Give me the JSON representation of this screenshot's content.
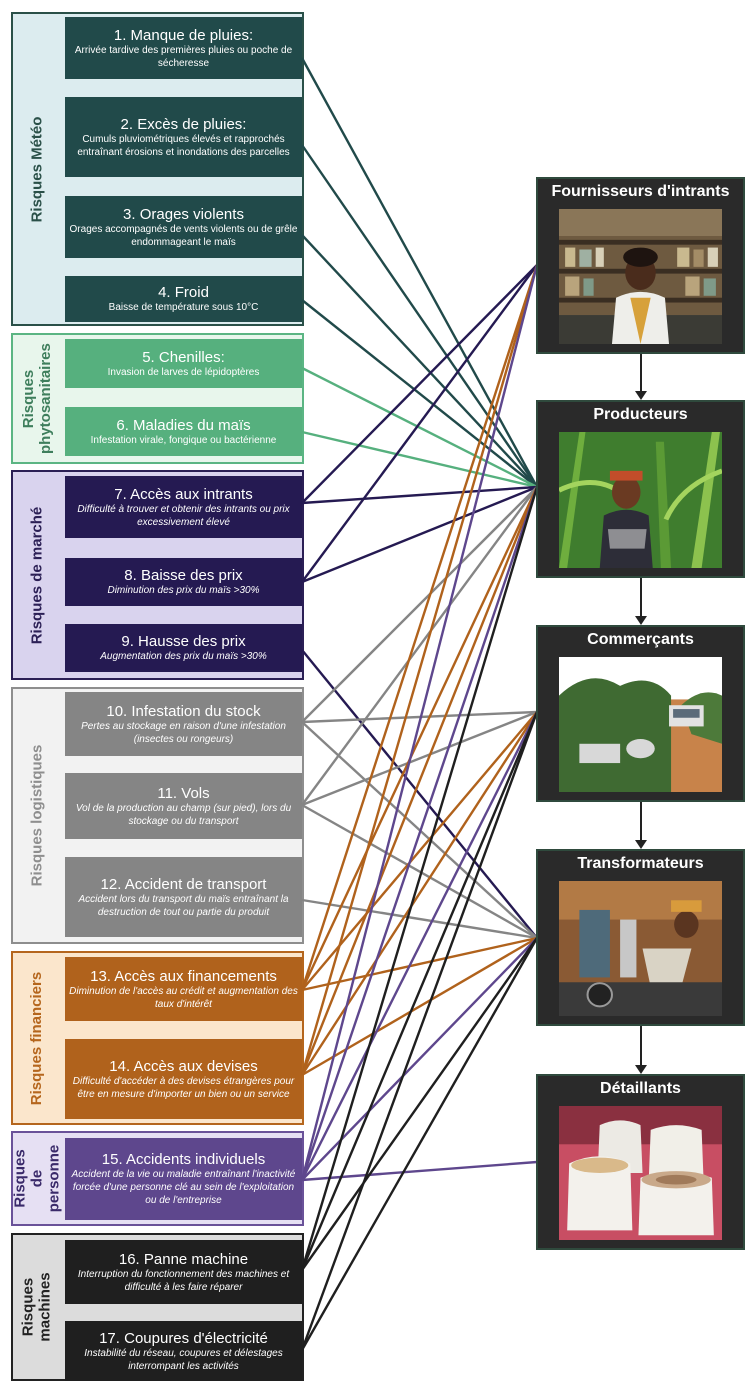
{
  "groups": [
    {
      "label": "Risques Météo",
      "border": "#2a5048",
      "bg": "#dcecef",
      "labelColor": "#2a5048"
    },
    {
      "label": "Risques phytosanitaires",
      "border": "#5bb583",
      "bg": "#e8f6ec",
      "labelColor": "#3e7e5c"
    },
    {
      "label": "Risques de marché",
      "border": "#2b1f55",
      "bg": "#d9d3ee",
      "labelColor": "#2b1f55"
    },
    {
      "label": "Risques logistiques",
      "border": "#8e8e8e",
      "bg": "#f2f2f2",
      "labelColor": "#8e8e8e"
    },
    {
      "label": "Risques financiers",
      "border": "#b5661d",
      "bg": "#fbe6cc",
      "labelColor": "#b5661d"
    },
    {
      "label": "Risques de personne",
      "border": "#6a5299",
      "bg": "#e6e0f3",
      "labelColor": "#3a2a6a"
    },
    {
      "label": "Risques machines",
      "border": "#222222",
      "bg": "#dcdcdc",
      "labelColor": "#222222"
    }
  ],
  "risks": [
    {
      "title": "1. Manque de pluies:",
      "desc": "Arrivée tardive des premières pluies ou poche de sécheresse",
      "color": "#214a4a"
    },
    {
      "title": "2. Excès de pluies:",
      "desc": "Cumuls pluviométriques élevés et rapprochés entraînant érosions et inondations des parcelles",
      "color": "#214a4a"
    },
    {
      "title": "3. Orages violents",
      "desc": "Orages accompagnés de vents violents ou de grêle endommageant le maïs",
      "color": "#214a4a"
    },
    {
      "title": "4. Froid",
      "desc": "Baisse de température sous 10°C",
      "color": "#214a4a"
    },
    {
      "title": "5. Chenilles:",
      "desc": "Invasion de larves de lépidoptères",
      "color": "#56b07e"
    },
    {
      "title": "6. Maladies du maïs",
      "desc": "Infestation virale, fongique ou bactérienne",
      "color": "#56b07e"
    },
    {
      "title": "7. Accès aux intrants",
      "desc": "Difficulté à trouver et obtenir des intrants ou prix excessivement élevé",
      "color": "#251a52"
    },
    {
      "title": "8. Baisse des prix",
      "desc": "Diminution des prix du maïs >30%",
      "color": "#251a52"
    },
    {
      "title": "9. Hausse des prix",
      "desc": "Augmentation des prix du maïs >30%",
      "color": "#251a52"
    },
    {
      "title": "10. Infestation du stock",
      "desc": "Pertes au stockage en raison d'une infestation (insectes ou rongeurs)",
      "color": "#858585"
    },
    {
      "title": "11. Vols",
      "desc": "Vol de la production au champ (sur pied), lors du stockage ou du transport",
      "color": "#858585"
    },
    {
      "title": "12. Accident de transport",
      "desc": "Accident lors du transport du maïs entraînant la destruction de tout ou partie du produit",
      "color": "#858585"
    },
    {
      "title": "13. Accès aux financements",
      "desc": "Diminution de l'accès au crédit et augmentation des taux d'intérêt",
      "color": "#b0621c"
    },
    {
      "title": "14. Accès aux devises",
      "desc": "Difficulté d'accéder à des devises étrangères pour être en mesure d'importer un bien ou un service",
      "color": "#b0621c"
    },
    {
      "title": "15. Accidents individuels",
      "desc": "Accident de la vie ou maladie entraînant l'inactivité forcée d'une personne clé au sein de l'exploitation ou de l'entreprise",
      "color": "#5e478d"
    },
    {
      "title": "16. Panne machine",
      "desc": "Interruption du fonctionnement des machines et difficulté à les faire réparer",
      "color": "#1f1f1f"
    },
    {
      "title": "17. Coupures d'électricité",
      "desc": "Instabilité du réseau, coupures et délestages interrompant les activités",
      "color": "#1f1f1f"
    }
  ],
  "actors": [
    {
      "title": "Fournisseurs d'intrants",
      "photo": "shop-photo"
    },
    {
      "title": "Producteurs",
      "photo": "maize-field-photo"
    },
    {
      "title": "Commerçants",
      "photo": "road-trade-photo"
    },
    {
      "title": "Transformateurs",
      "photo": "mill-photo"
    },
    {
      "title": "Détaillants",
      "photo": "grain-sacks-photo"
    }
  ],
  "links": [
    [
      0,
      1
    ],
    [
      1,
      1
    ],
    [
      2,
      1
    ],
    [
      3,
      1
    ],
    [
      4,
      1
    ],
    [
      5,
      1
    ],
    [
      6,
      0
    ],
    [
      6,
      1
    ],
    [
      7,
      0
    ],
    [
      7,
      1
    ],
    [
      8,
      3
    ],
    [
      9,
      1
    ],
    [
      9,
      2
    ],
    [
      9,
      3
    ],
    [
      10,
      1
    ],
    [
      10,
      2
    ],
    [
      10,
      3
    ],
    [
      11,
      3
    ],
    [
      12,
      0
    ],
    [
      12,
      1
    ],
    [
      12,
      2
    ],
    [
      12,
      3
    ],
    [
      13,
      0
    ],
    [
      13,
      1
    ],
    [
      13,
      2
    ],
    [
      13,
      3
    ],
    [
      14,
      0
    ],
    [
      14,
      1
    ],
    [
      14,
      2
    ],
    [
      14,
      3
    ],
    [
      14,
      4
    ],
    [
      15,
      1
    ],
    [
      15,
      2
    ],
    [
      15,
      3
    ],
    [
      16,
      2
    ],
    [
      16,
      3
    ]
  ]
}
